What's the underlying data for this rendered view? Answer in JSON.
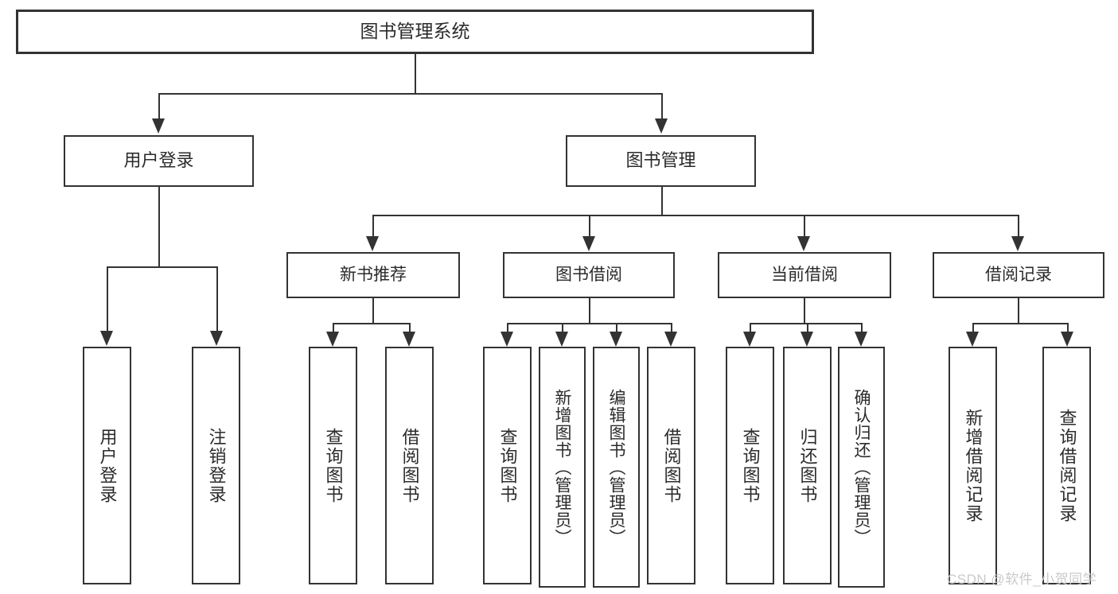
{
  "diagram": {
    "title": "图书管理系统",
    "type": "hierarchy-tree",
    "root": {
      "label": "图书管理系统",
      "children": [
        {
          "label": "用户登录",
          "children": [
            {
              "label": "用户登录"
            },
            {
              "label": "注销登录"
            }
          ]
        },
        {
          "label": "图书管理",
          "children": [
            {
              "label": "新书推荐",
              "children": [
                {
                  "label": "查询图书"
                },
                {
                  "label": "借阅图书"
                }
              ]
            },
            {
              "label": "图书借阅",
              "children": [
                {
                  "label": "查询图书"
                },
                {
                  "label": "新增图书（管理员）"
                },
                {
                  "label": "编辑图书（管理员）"
                },
                {
                  "label": "借阅图书"
                }
              ]
            },
            {
              "label": "当前借阅",
              "children": [
                {
                  "label": "查询图书"
                },
                {
                  "label": "归还图书"
                },
                {
                  "label": "确认归还（管理员）"
                }
              ]
            },
            {
              "label": "借阅记录",
              "children": [
                {
                  "label": "新增借阅记录"
                },
                {
                  "label": "查询借阅记录"
                }
              ]
            }
          ]
        }
      ]
    }
  },
  "nodes": {
    "root": "图书管理系统",
    "user_login": "用户登录",
    "book_manage": "图书管理",
    "new_book_rec": "新书推荐",
    "book_borrow": "图书借阅",
    "current_borrow": "当前借阅",
    "borrow_record": "借阅记录",
    "leaf_user_login": "用户登录",
    "leaf_logout": "注销登录",
    "leaf_query_book_1": "查询图书",
    "leaf_borrow_book_1": "借阅图书",
    "leaf_query_book_2": "查询图书",
    "leaf_add_book_admin": "新增图书（管理员）",
    "leaf_edit_book_admin": "编辑图书（管理员）",
    "leaf_borrow_book_2": "借阅图书",
    "leaf_query_book_3": "查询图书",
    "leaf_return_book": "归还图书",
    "leaf_confirm_return_admin": "确认归还（管理员）",
    "leaf_add_record": "新增借阅记录",
    "leaf_query_record": "查询借阅记录"
  },
  "watermark": {
    "text": "CSDN @软件_小贺同学"
  },
  "colors": {
    "stroke": "#333333",
    "text": "#2b2b2b",
    "background": "#ffffff",
    "watermark": "#c9c9c9"
  }
}
